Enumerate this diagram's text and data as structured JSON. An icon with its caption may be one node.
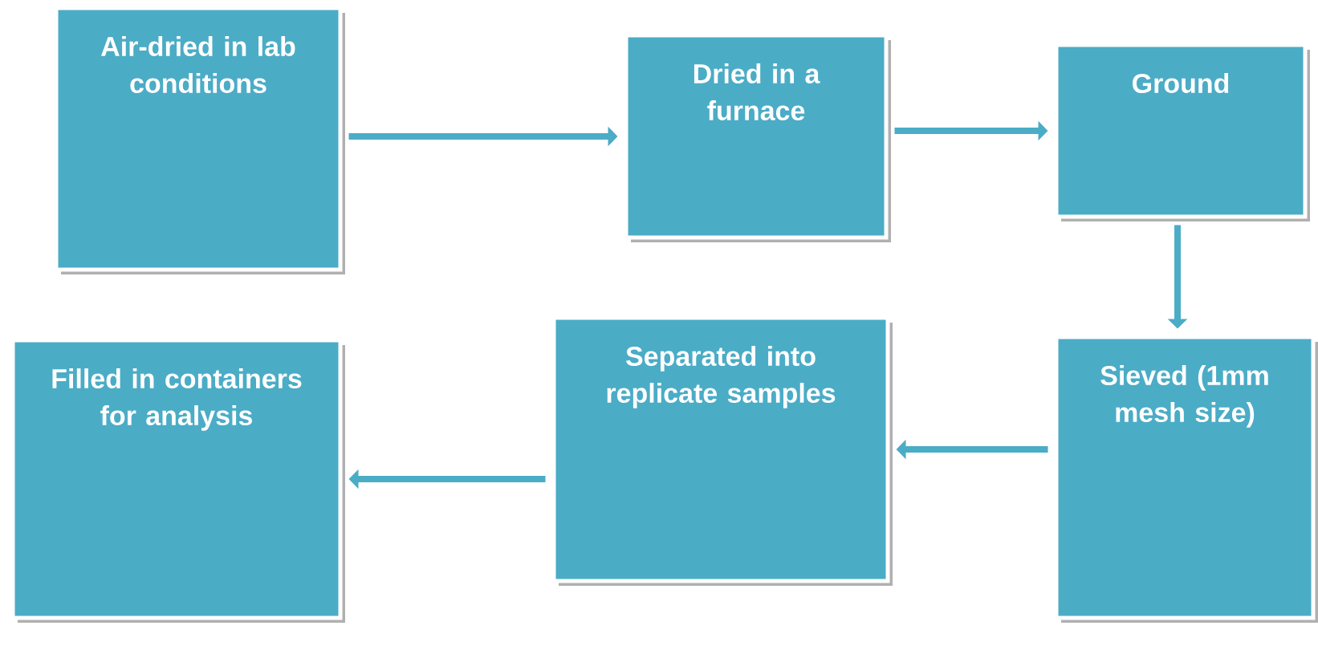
{
  "diagram": {
    "nodes": [
      {
        "text": [
          "Air-dried in lab conditions"
        ]
      },
      {
        "text": [
          "Dried in a furnace"
        ]
      },
      {
        "text": [
          "Ground"
        ]
      },
      {
        "text": [
          "Sieved (1mm mesh size)"
        ]
      },
      {
        "text": [
          "Separated into replicate samples"
        ]
      },
      {
        "text": [
          "Filled in containers for analysis"
        ]
      }
    ],
    "edges": [
      {
        "from": 0,
        "to": 1,
        "arrow": "to"
      },
      {
        "from": 1,
        "to": 2,
        "arrow": "to"
      },
      {
        "from": 2,
        "to": 3,
        "arrow": "to"
      },
      {
        "from": 3,
        "to": 4,
        "arrow": "to"
      },
      {
        "from": 4,
        "to": 5,
        "arrow": "to"
      }
    ]
  }
}
